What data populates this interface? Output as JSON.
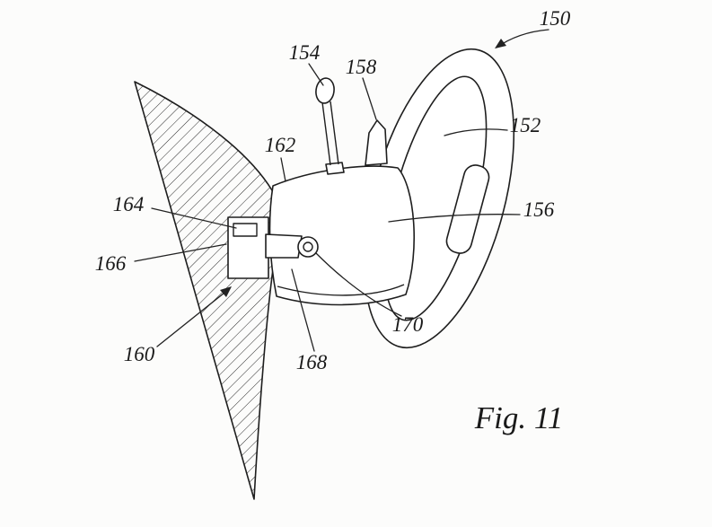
{
  "colors": {
    "ink": "#1e1e1e",
    "paper": "#fcfcfb"
  },
  "figure": {
    "caption": "Fig. 11",
    "labels": {
      "150": "150",
      "152": "152",
      "154": "154",
      "156": "156",
      "158": "158",
      "160": "160",
      "162": "162",
      "164": "164",
      "166": "166",
      "168": "168",
      "170": "170"
    }
  }
}
